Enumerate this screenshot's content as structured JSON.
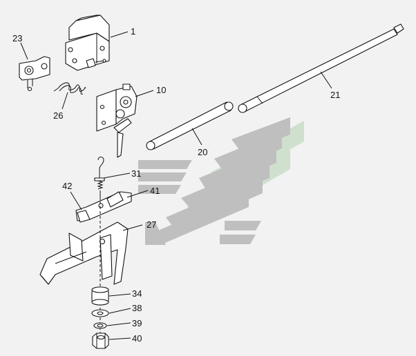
{
  "diagram": {
    "callouts": {
      "p1": "1",
      "p10": "10",
      "p20": "20",
      "p21": "21",
      "p23": "23",
      "p26": "26",
      "p27": "27",
      "p31": "31",
      "p34": "34",
      "p38": "38",
      "p39": "39",
      "p40": "40",
      "p41": "41",
      "p42": "42"
    },
    "colors": {
      "background": "#f2f2f2",
      "line": "#111111",
      "watermark_gray": "#bfbfbf",
      "watermark_green": "#cfe0cf"
    }
  }
}
